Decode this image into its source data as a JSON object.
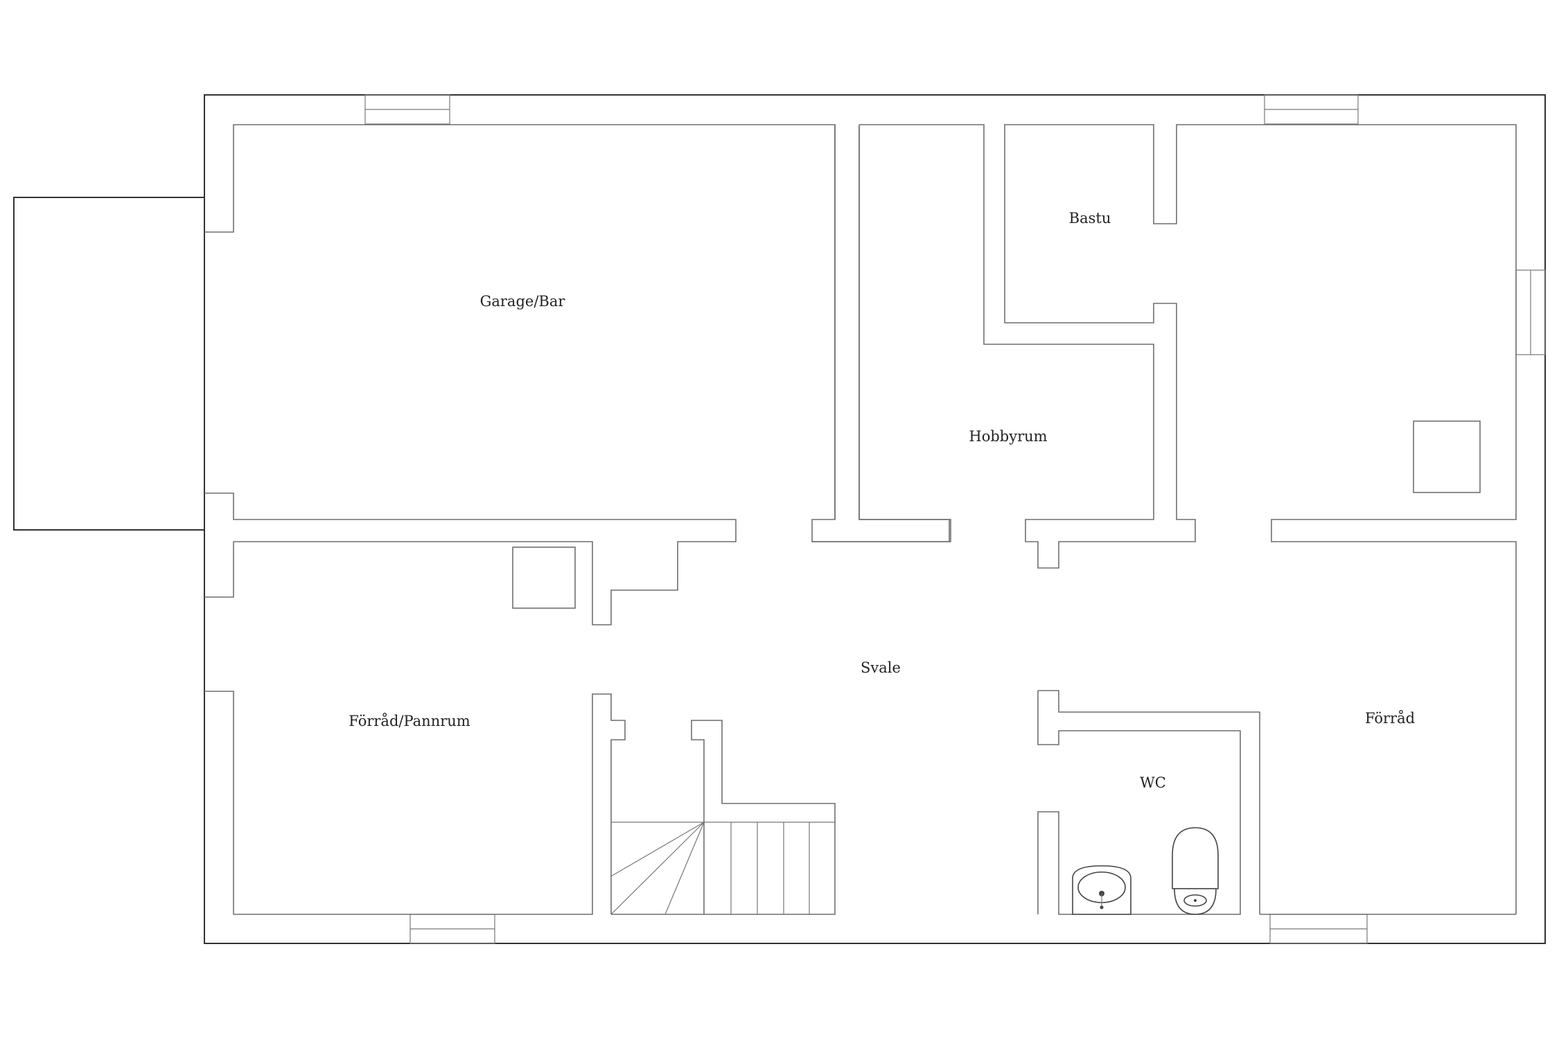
{
  "rooms": {
    "garage_bar": "Garage/Bar",
    "bastu": "Bastu",
    "hobbyrum": "Hobbyrum",
    "svale": "Svale",
    "forrad_pannrum": "Förråd/Pannrum",
    "forrad": "Förråd",
    "wc": "WC"
  },
  "colors": {
    "wall_stroke": "#6f6f6f",
    "outer_stroke": "#333333",
    "background": "#ffffff"
  }
}
